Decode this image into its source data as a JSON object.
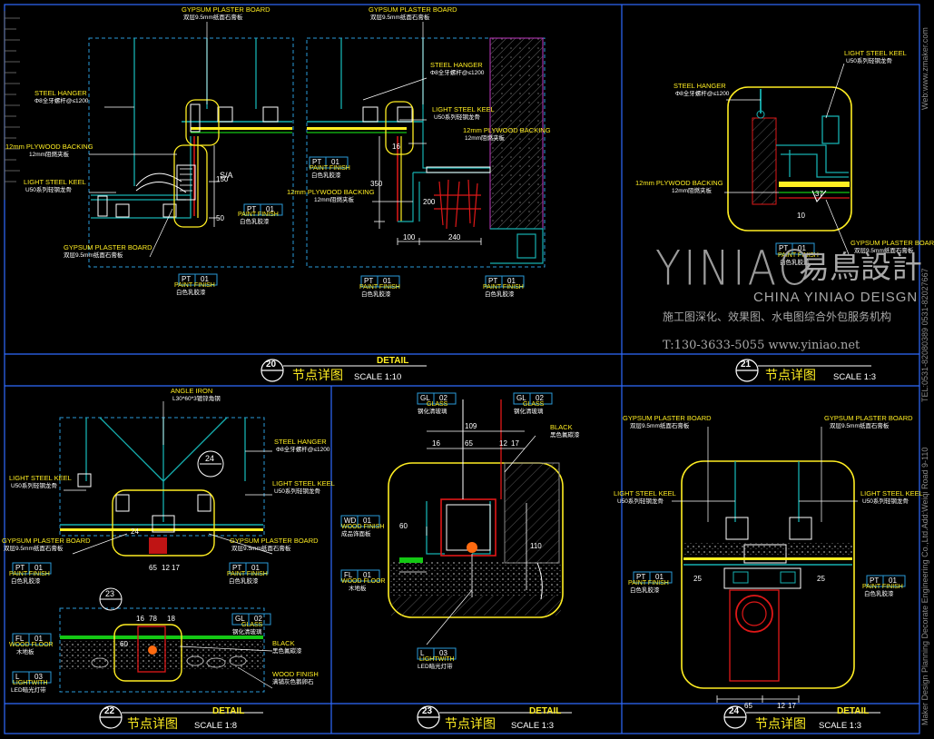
{
  "sheet": {
    "details": [
      {
        "number": "20",
        "title_en": "DETAIL",
        "title_cn": "节点详图",
        "scale": "SCALE 1:10"
      },
      {
        "number": "21",
        "title_en": "",
        "title_cn": "节点详图",
        "scale": "SCALE 1:3"
      },
      {
        "number": "22",
        "title_en": "DETAIL",
        "title_cn": "节点详图",
        "scale": "SCALE 1:8"
      },
      {
        "number": "23",
        "title_en": "DETAIL",
        "title_cn": "节点详图",
        "scale": "SCALE 1:3"
      },
      {
        "number": "24",
        "title_en": "DETAIL",
        "title_cn": "节点详图",
        "scale": "SCALE 1:3"
      }
    ]
  },
  "materials": {
    "gypsum_en": "GYPSUM PLASTER BOARD",
    "gypsum_cn": "双层9.5mm纸面石膏板",
    "hanger_en": "STEEL HANGER",
    "hanger_cn": "Φ8全牙螺杆@≤1200",
    "plywood_en": "12mm PLYWOOD BACKING",
    "plywood_cn": "12mm阻燃夹板",
    "keel_en": "LIGHT STEEL KEEL",
    "keel_cn": "U50系列轻钢龙骨",
    "paint_en": "PAINT FINISH",
    "paint_cn": "白色乳胶漆",
    "angle_en": "ANGLE IRON",
    "angle_cn": "L30*60*3镀锌角钢",
    "glass_en": "GLASS",
    "glass_cn": "钢化清玻璃",
    "black_en": "BLACK",
    "black_cn": "黑色氟碳漆",
    "woodfloor_en": "WOOD FLOOR",
    "woodfloor_cn": "木地板",
    "woodfin_en": "WOOD FINISH",
    "woodfin_cn": "成品饰面板",
    "woodfin2_en": "WOOD FINISH",
    "woodfin2_cn": "满铺灰色鹅卵石",
    "light_en": "LIGHTWITH",
    "light_cn": "LED暗光灯带"
  },
  "tags": {
    "pt": "PT",
    "pt_n": "01",
    "gl": "GL",
    "gl_n": "02",
    "fl": "FL",
    "fl_n": "01",
    "wd": "WD",
    "wd_n": "01",
    "l": "L",
    "l_n": "03"
  },
  "dims": {
    "d20a": "150",
    "d20b": "50",
    "d20c": "350",
    "d20d": "200",
    "d20e": "100",
    "d20f": "240",
    "d20g": "16",
    "d20h": "S/A",
    "d21a": "10",
    "d21b": "37",
    "d22a": "65",
    "d22b": "12",
    "d22c": "17",
    "d22d": "24",
    "d22e": "18",
    "d22f": "78",
    "d22g": "16",
    "d22h": "60",
    "d22i": "23",
    "d22j": "24",
    "d23a": "109",
    "d23b": "16",
    "d23c": "65",
    "d23d": "12",
    "d23e": "17",
    "d23f": "60",
    "d23g": "110",
    "d24a": "25",
    "d24b": "25",
    "d24c": "65",
    "d24d": "12",
    "d24e": "17"
  },
  "watermark": {
    "brand": "YINIAO",
    "brand_cn": "易鳥設計",
    "brand_sub": "CHINA YINIAO DEISGN",
    "services": "施工图深化、效果图、水电图综合外包服务机构",
    "contact": "T:130-3633-5055  www.yiniao.net",
    "side_web": "Web:www.zmaker.com",
    "side_tel": "TEL:0531-82080389  0531-82027667",
    "side_company": "Maker Design Planning Decorate Engineering Co.,Ltd.Add:Weiqi Road 9-110"
  },
  "colors": {
    "frame": "#2f6bff",
    "cyan": "#16b0b0",
    "yellow": "#ffee22",
    "white": "#ffffff",
    "red": "#e01818",
    "magenta": "#c038c0",
    "green": "#14c814"
  }
}
